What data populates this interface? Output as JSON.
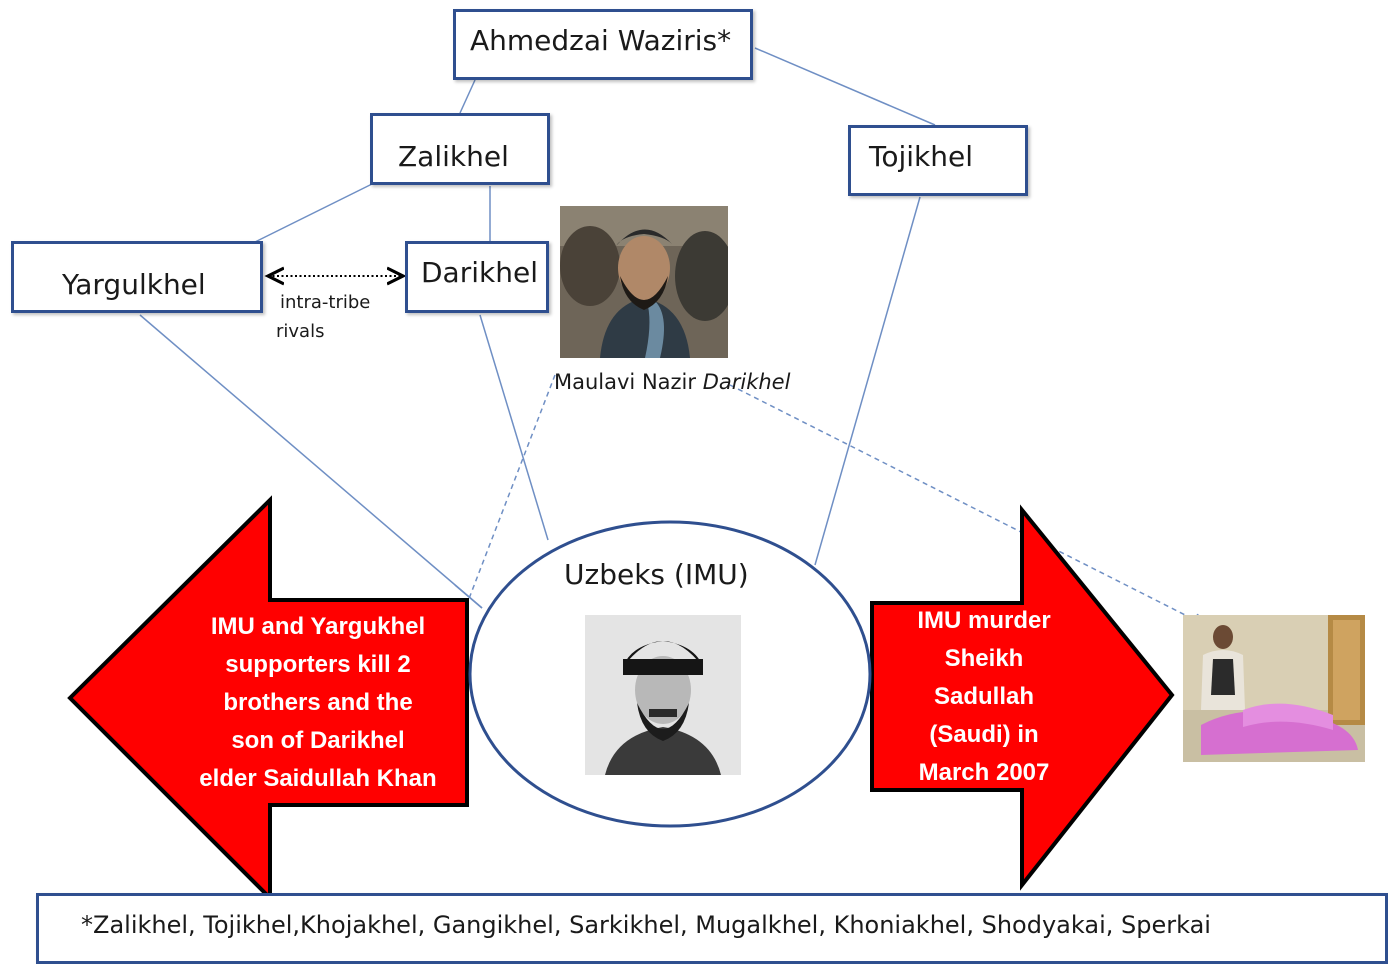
{
  "nodes": {
    "ahmedzai": "Ahmedzai Waziris*",
    "zalikhel": "Zalikhel",
    "tojikhel": "Tojikhel",
    "yargulkhel": "Yargulkhel",
    "darikhel": "Darikhel",
    "uzbeks": "Uzbeks (IMU)"
  },
  "rivals_label": {
    "line1": "intra-tribe",
    "line2": "rivals"
  },
  "nazir_caption": {
    "name": "Maulavi Nazir",
    "tribe": "Darikhel"
  },
  "left_arrow_text": [
    "IMU and Yargukhel",
    "supporters kill 2",
    "brothers and the",
    "son of Darikhel",
    "elder Saidullah Khan"
  ],
  "right_arrow_text": [
    "IMU murder",
    "Sheikh",
    "Sadullah",
    "(Saudi) in",
    "March 2007"
  ],
  "footnote": "*Zalikhel, Tojikhel,Khojakhel,  Gangikhel,  Sarkikhel, Mugalkhel, Khoniakhel, Shodyakai, Sperkai",
  "colors": {
    "box_border": "#2f4f8f",
    "connector": "#6f8fc4",
    "arrow_fill": "#ff0000",
    "arrow_stroke": "#000000"
  },
  "icons": [
    "photo-maulavi-nazir",
    "photo-uzbek-leader",
    "photo-sheikh-scene"
  ]
}
